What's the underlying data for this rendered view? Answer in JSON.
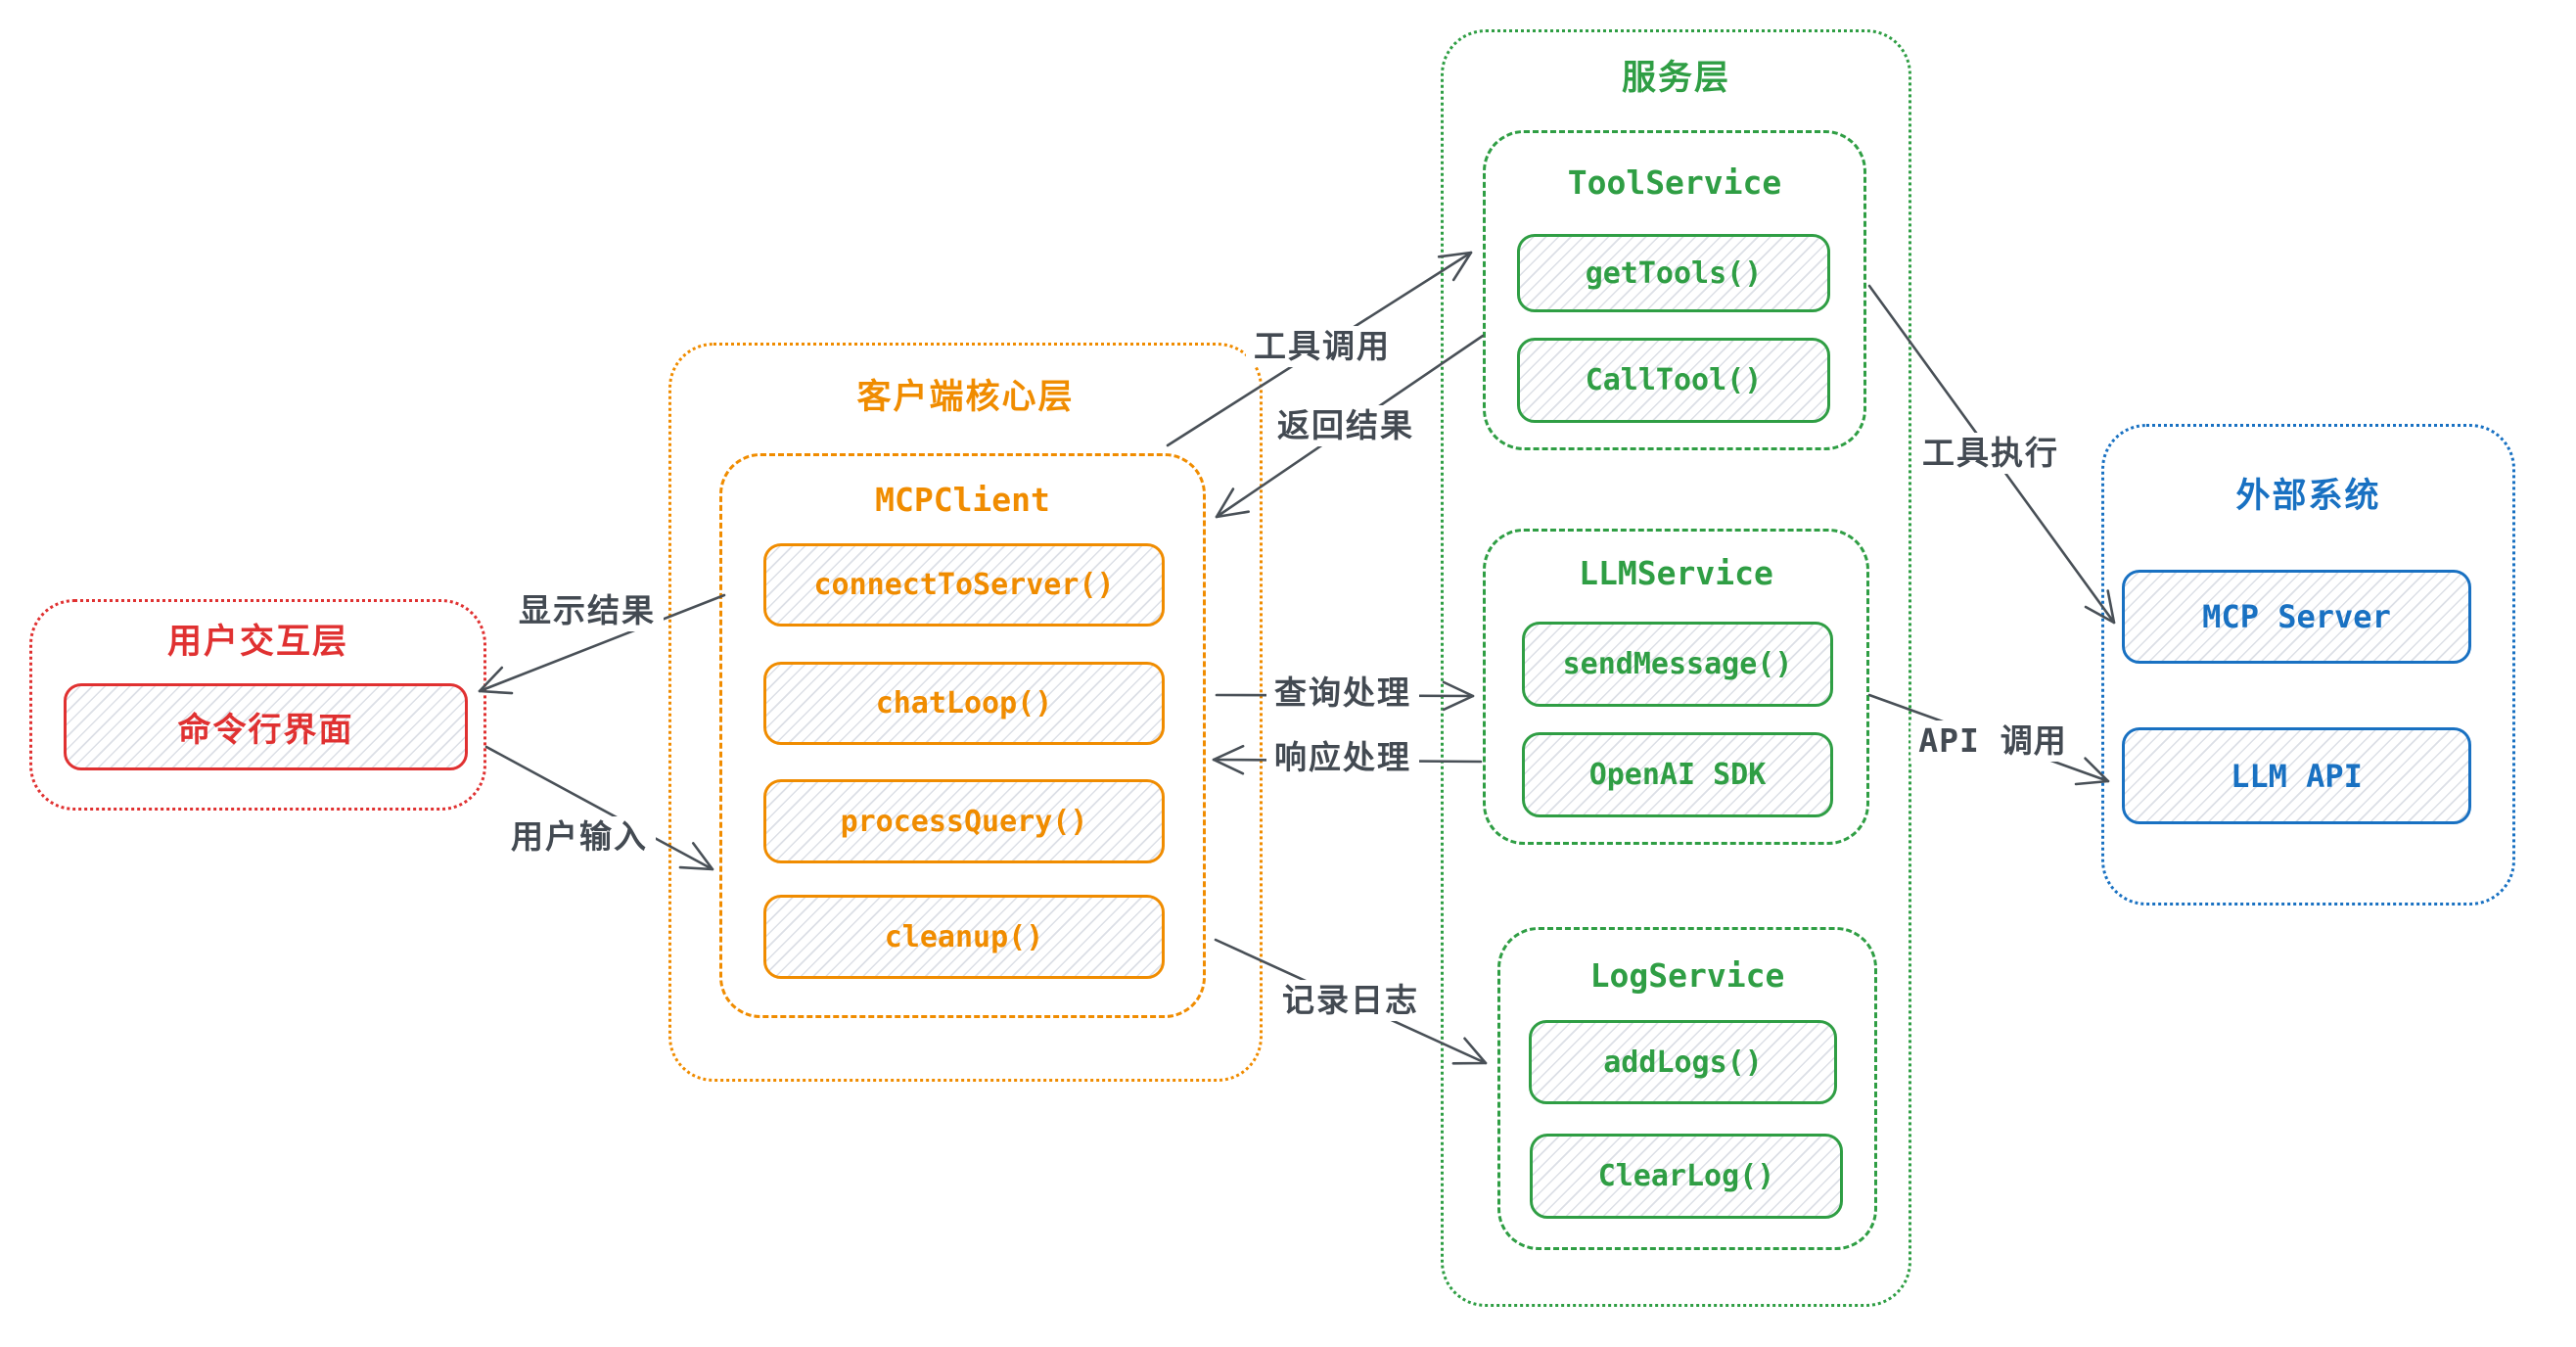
{
  "colors": {
    "red": "#e03131",
    "orange": "#f08c00",
    "green": "#2f9e44",
    "blue": "#1971c2",
    "arrow_gray": "#495057",
    "background": "#ffffff"
  },
  "layers": {
    "user": {
      "title": "用户交互层",
      "boxes": [
        "命令行界面"
      ]
    },
    "client": {
      "title": "客户端核心层",
      "group": {
        "name": "MCPClient",
        "methods": [
          "connectToServer()",
          "chatLoop()",
          "processQuery()",
          "cleanup()"
        ]
      }
    },
    "service": {
      "title": "服务层",
      "groups": [
        {
          "name": "ToolService",
          "methods": [
            "getTools()",
            "CallTool()"
          ]
        },
        {
          "name": "LLMService",
          "methods": [
            "sendMessage()",
            "OpenAI SDK"
          ]
        },
        {
          "name": "LogService",
          "methods": [
            "addLogs()",
            "ClearLog()"
          ]
        }
      ]
    },
    "external": {
      "title": "外部系统",
      "boxes": [
        "MCP Server",
        "LLM API"
      ]
    }
  },
  "arrows": [
    {
      "label": "显示结果",
      "from": "MCPClient",
      "to": "命令行界面"
    },
    {
      "label": "用户输入",
      "from": "命令行界面",
      "to": "MCPClient"
    },
    {
      "label": "工具调用",
      "from": "MCPClient",
      "to": "ToolService"
    },
    {
      "label": "返回结果",
      "from": "ToolService",
      "to": "MCPClient"
    },
    {
      "label": "查询处理",
      "from": "MCPClient",
      "to": "LLMService"
    },
    {
      "label": "响应处理",
      "from": "LLMService",
      "to": "MCPClient"
    },
    {
      "label": "记录日志",
      "from": "MCPClient",
      "to": "LogService"
    },
    {
      "label": "工具执行",
      "from": "ToolService",
      "to": "MCP Server"
    },
    {
      "label": "API 调用",
      "from": "LLMService",
      "to": "LLM API"
    }
  ]
}
